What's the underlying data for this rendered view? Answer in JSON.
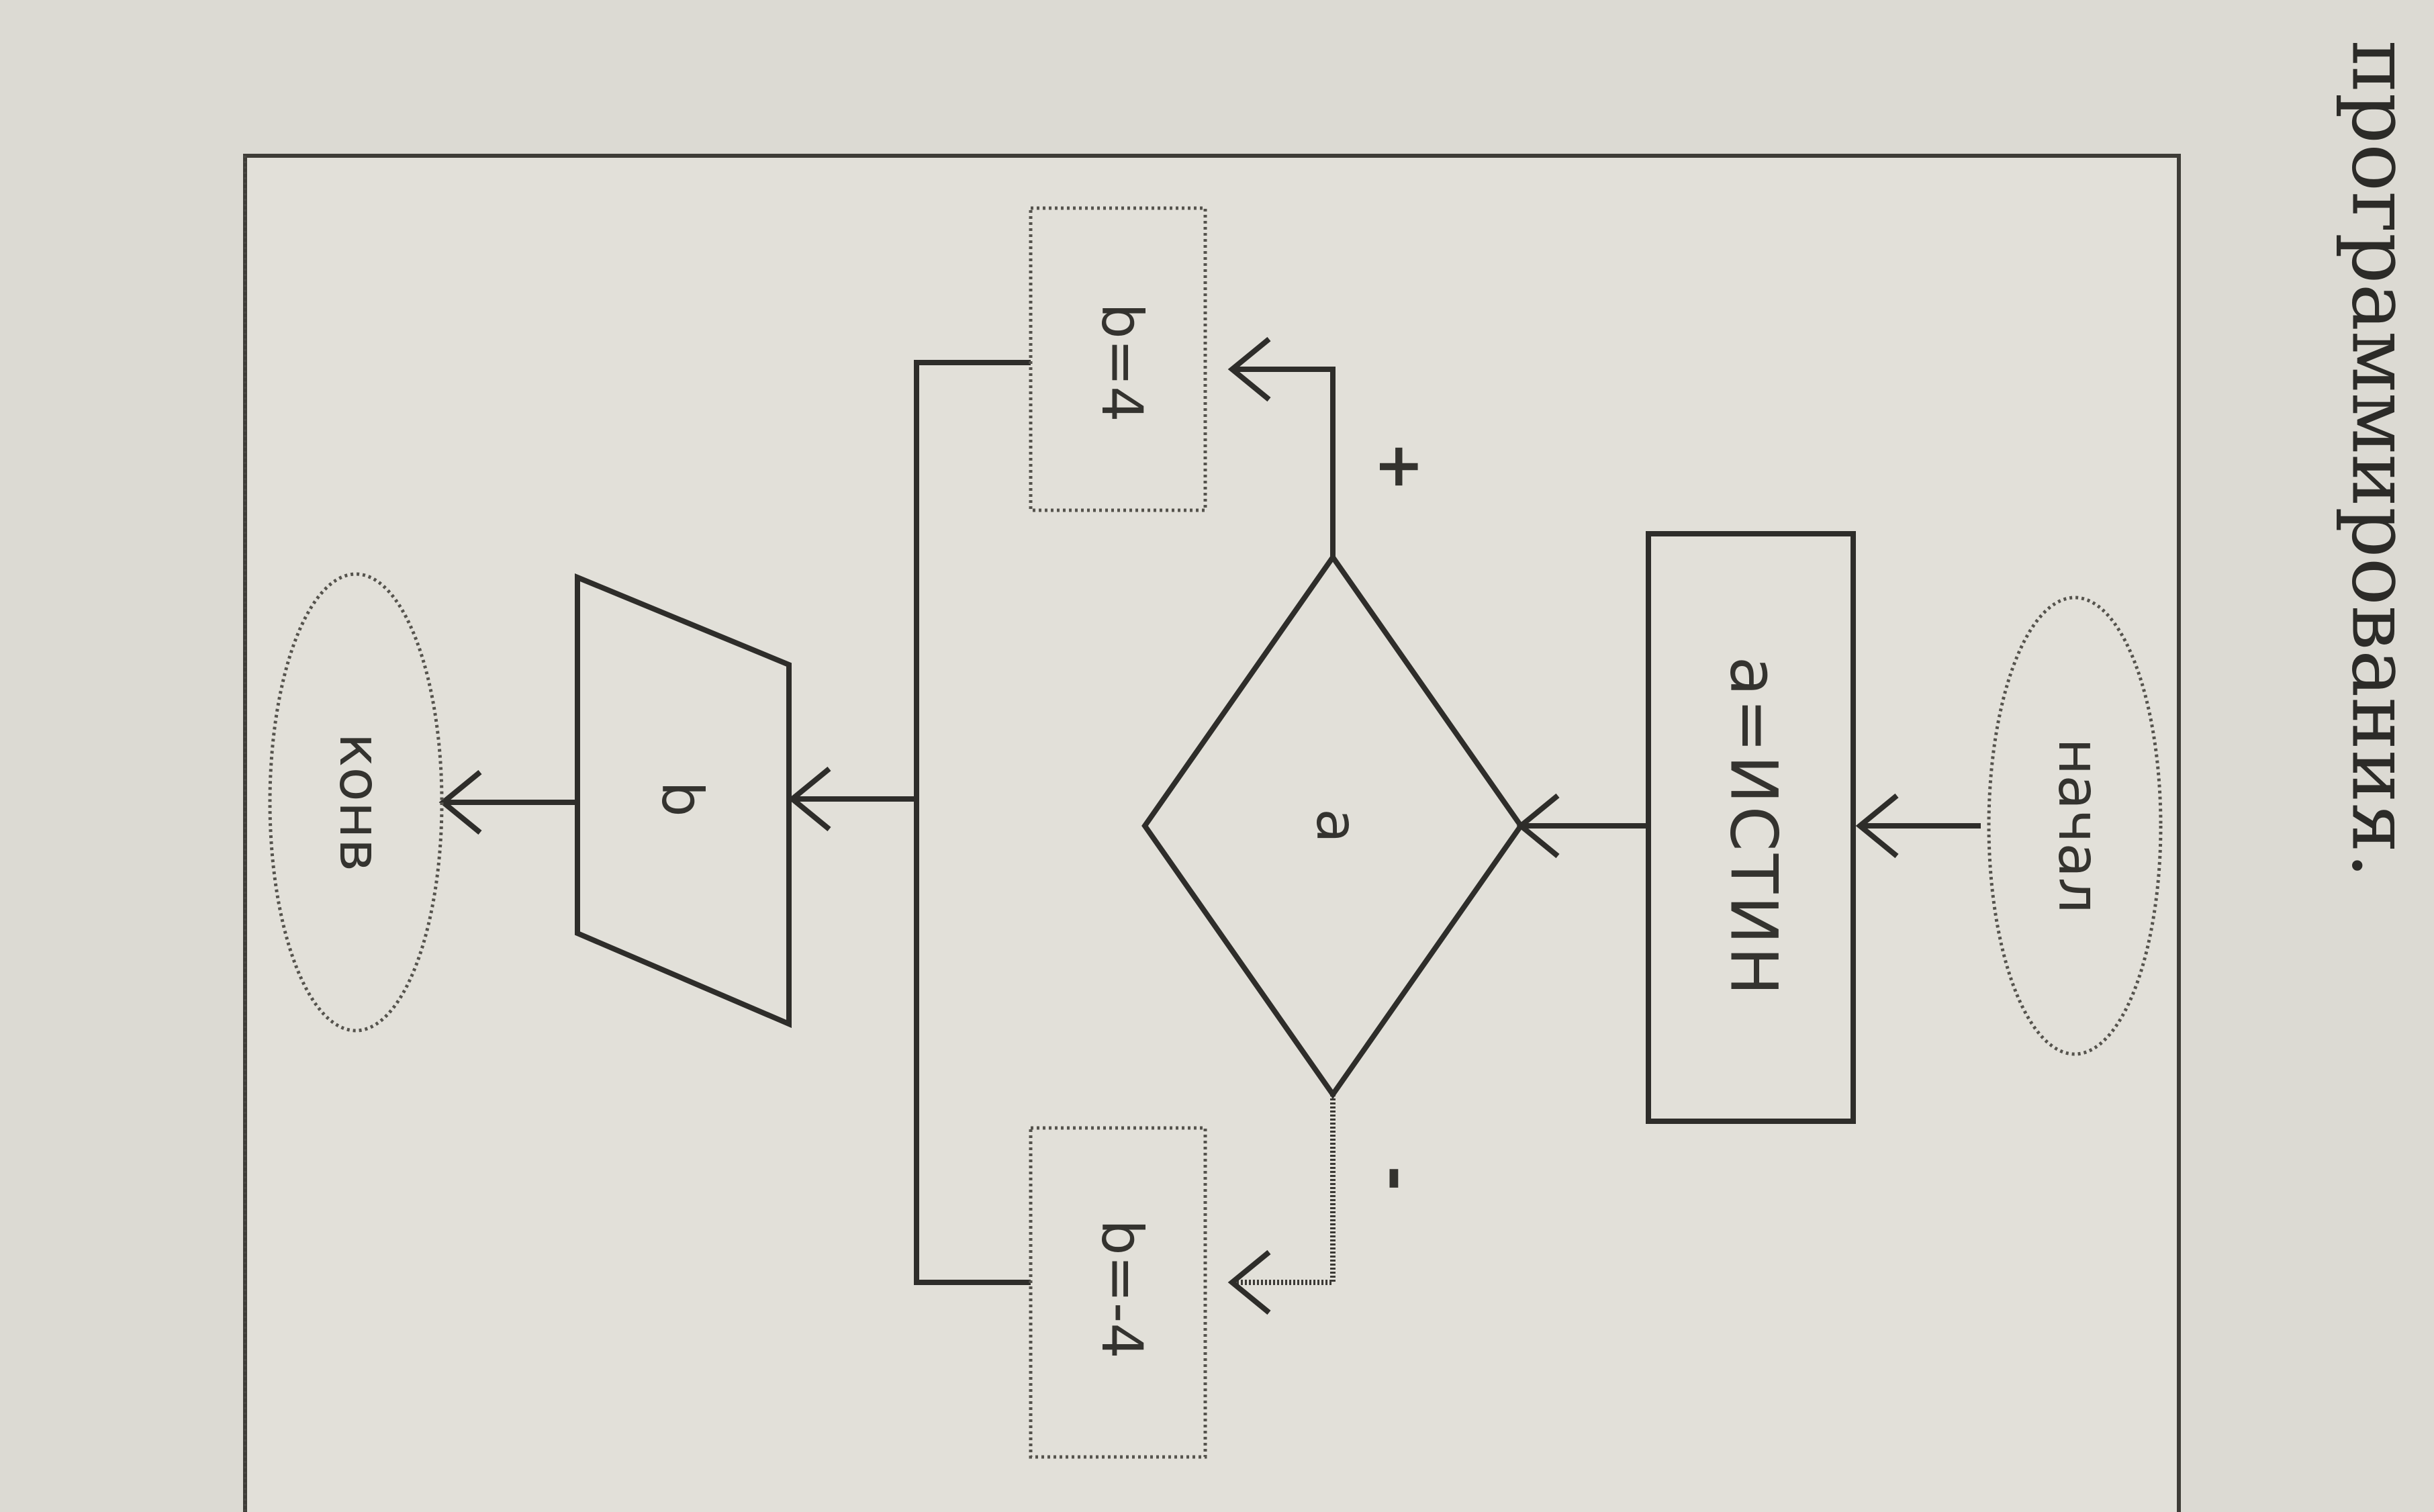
{
  "heading": "программирования.",
  "diagram": {
    "start": "начал",
    "assign": "a=ИСТИН",
    "condition": "a",
    "branch_true_sign": "+",
    "branch_false_sign": "-",
    "true_action": "b=4",
    "false_action": "b=-4",
    "output": "b",
    "end": "конв"
  }
}
